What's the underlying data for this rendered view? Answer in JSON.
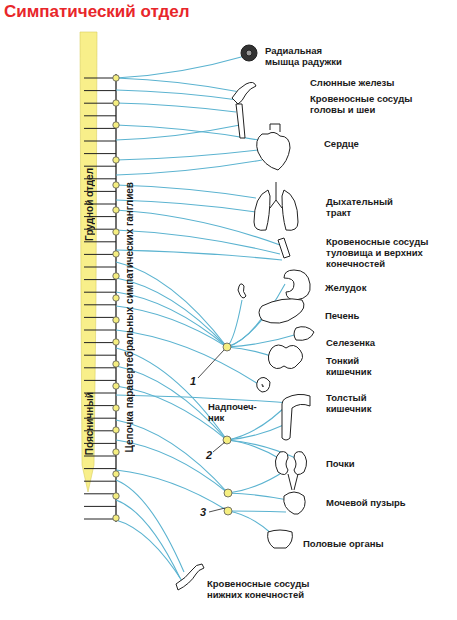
{
  "diagram": {
    "title": "Симпатический отдел",
    "labels": [
      "Радиальная мышца радужки",
      "Слюнные железы",
      "Кровеносные сосуды головы и шеи",
      "Сердце",
      "Дыхательный тракт",
      "Кровеносные сосуды туловища и верхних конечностей",
      "Желудок",
      "Печень",
      "Селезенка",
      "Тонкий кишечник",
      "Надпочеч- ник",
      "Толстый кишечник",
      "Почки",
      "Мочевой пузырь",
      "Половые органы",
      "Кровеносные сосуды нижних конечностей",
      "Грудной отдел",
      "Поясничный",
      "Цепочка паравертебральных симпатических ганглиев",
      "1",
      "2",
      "3"
    ]
  }
}
